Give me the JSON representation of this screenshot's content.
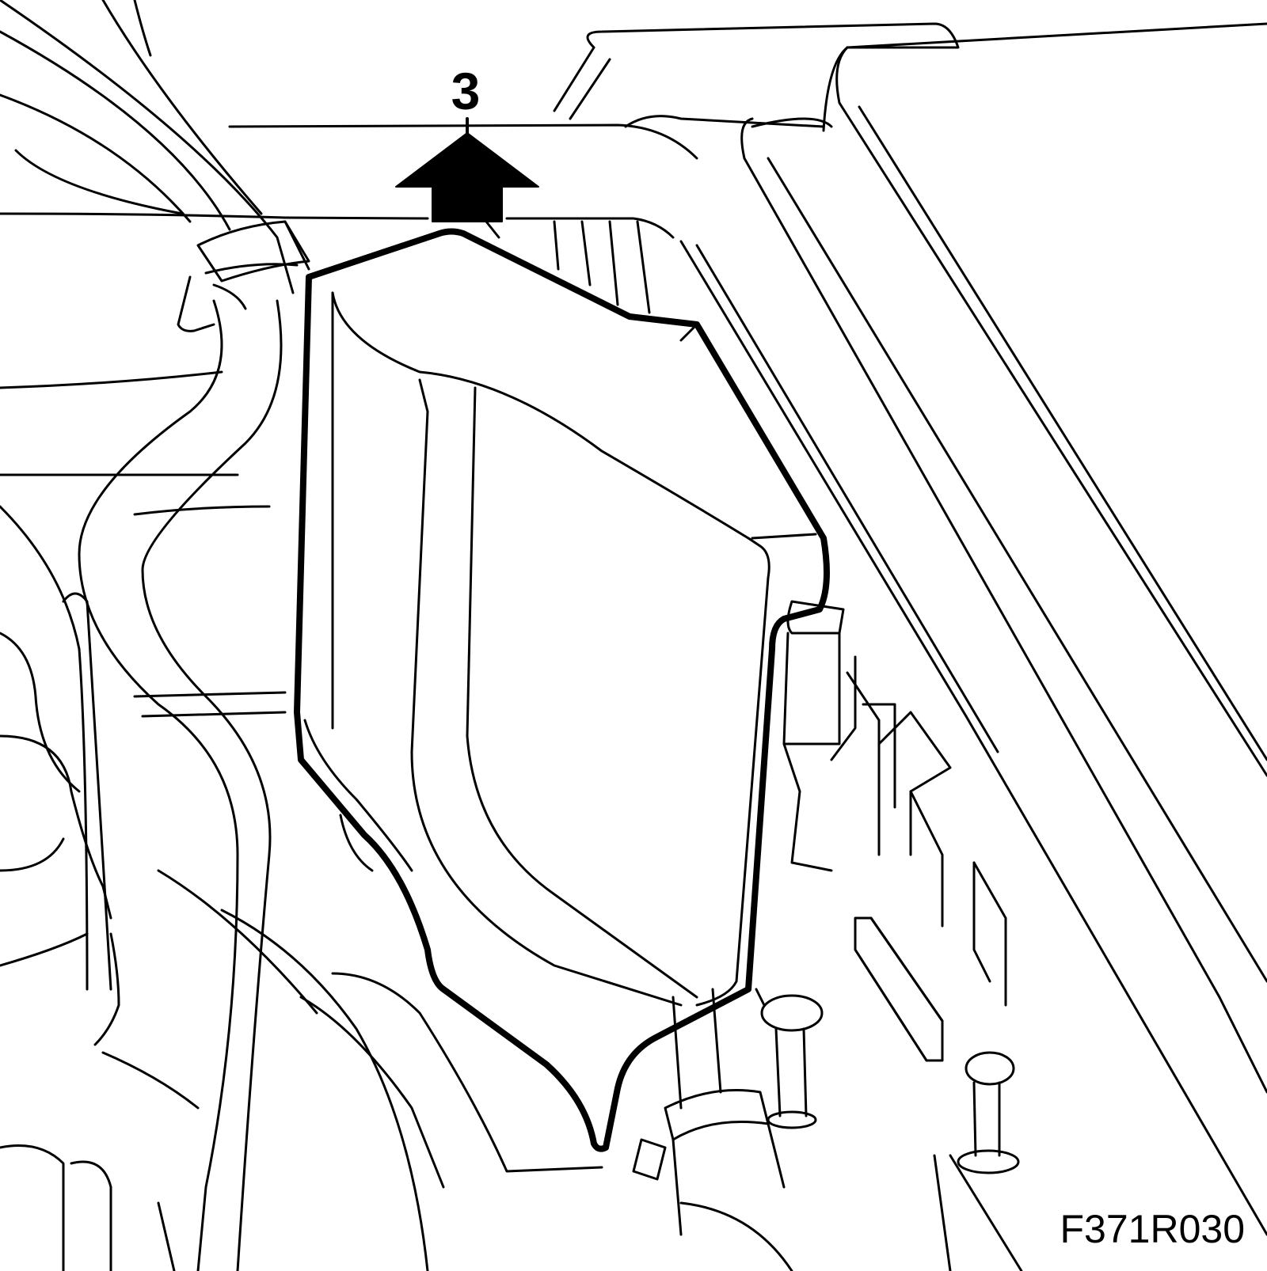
{
  "diagram": {
    "step_label": "3",
    "figure_code": "F371R030",
    "arrow_direction": "up",
    "colors": {
      "line": "#000000",
      "background": "#ffffff"
    }
  }
}
